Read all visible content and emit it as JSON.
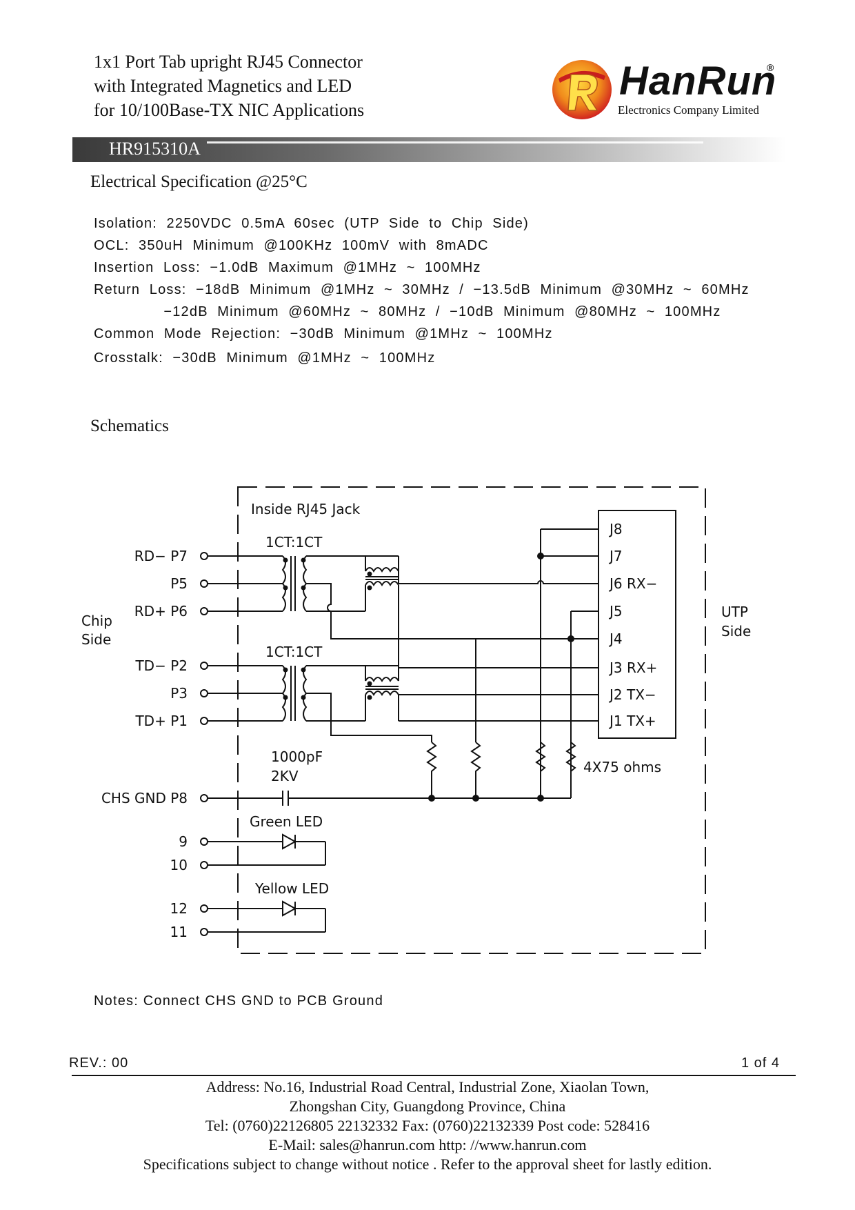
{
  "header": {
    "title_lines": [
      "1x1 Port Tab upright RJ45 Connector",
      "with Integrated Magnetics and LED",
      "for 10/100Base-TX NIC Applications"
    ],
    "brand": "HanRun",
    "brand_sub": "Electronics Company Limited",
    "registered": "®",
    "part_number": "HR915310A"
  },
  "electrical": {
    "title": "Electrical Specification @25°C",
    "lines": [
      "Isolation:  2250VDC  0.5mA  60sec  (UTP  Side  to  Chip  Side)",
      "OCL:  350uH  Minimum  @100KHz  100mV  with  8mADC",
      "Insertion  Loss:  −1.0dB  Maximum  @1MHz  ~  100MHz",
      "Return  Loss:  −18dB  Minimum  @1MHz  ~  30MHz  /  −13.5dB  Minimum  @30MHz  ~  60MHz",
      "               −12dB  Minimum  @60MHz  ~  80MHz  /  −10dB  Minimum  @80MHz  ~  100MHz",
      "Common  Mode  Rejection:  −30dB  Minimum  @1MHz  ~  100MHz",
      "Crosstalk:  −30dB  Minimum  @1MHz  ~  100MHz"
    ]
  },
  "schematic": {
    "title": "Schematics",
    "jack_label": "Inside RJ45 Jack",
    "chip_side": [
      "Chip",
      "Side"
    ],
    "utp_side": [
      "UTP",
      "Side"
    ],
    "transformer_label": "1CT:1CT",
    "left_pins": [
      "RD− P7",
      "P5",
      "RD+ P6",
      "TD− P2",
      "P3",
      "TD+ P1",
      "CHS GND P8",
      "9",
      "10",
      "12",
      "11"
    ],
    "right_pins": [
      "J8",
      "J7",
      "J6 RX−",
      "J5",
      "J4",
      "J3 RX+",
      "J2 TX−",
      "J1 TX+"
    ],
    "cap_label": [
      "1000pF",
      "2KV"
    ],
    "resistor_label": "4X75 ohms",
    "green_led": "Green LED",
    "yellow_led": "Yellow LED"
  },
  "notes": "Notes:  Connect  CHS  GND  to  PCB  Ground",
  "footer": {
    "rev": "REV.:  00",
    "page": "1  of  4",
    "lines": [
      "Address: No.16, Industrial Road Central, Industrial Zone, Xiaolan Town,",
      "Zhongshan City, Guangdong Province, China",
      "Tel: (0760)22126805 22132332  Fax: (0760)22132339  Post code: 528416",
      "E-Mail: sales@hanrun.com   http: //www.hanrun.com",
      "Specifications subject to change without notice . Refer to the approval sheet for lastly edition."
    ]
  }
}
